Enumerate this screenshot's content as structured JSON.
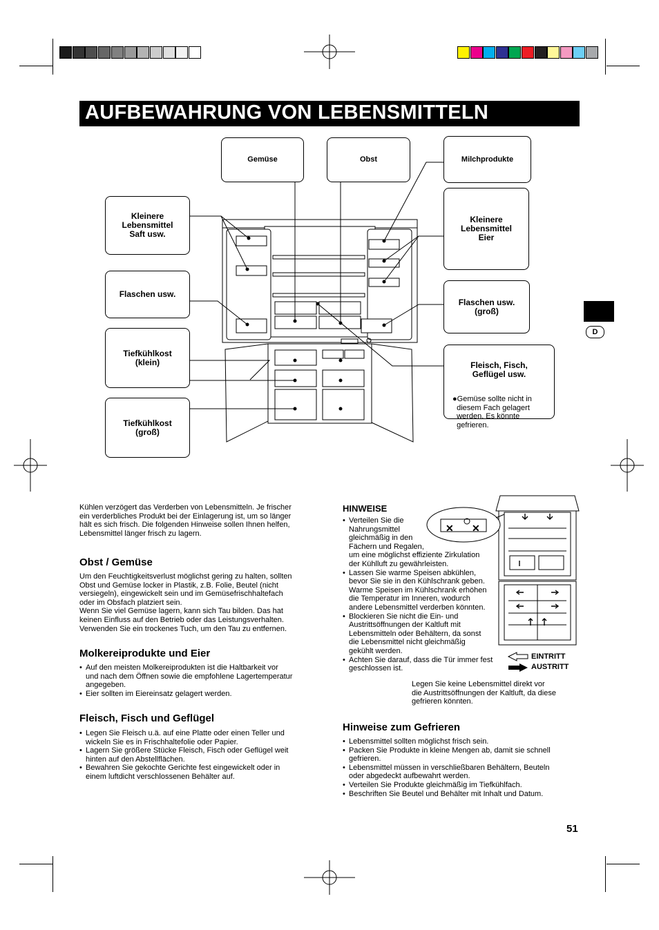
{
  "title": "AUFBEWAHRUNG VON LEBENSMITTELN",
  "side_tab": {
    "label": "D"
  },
  "colors": {
    "gray_swatches": [
      "#1a1a1a",
      "#333333",
      "#4d4d4d",
      "#666666",
      "#808080",
      "#999999",
      "#b3b3b3",
      "#cccccc",
      "#e0e0e0",
      "#f2f2f2",
      "#ffffff"
    ],
    "color_swatches": [
      "#fff200",
      "#ec008c",
      "#00aeef",
      "#2e3192",
      "#00a651",
      "#ed1c24",
      "#231f20",
      "#fff799",
      "#f49ac1",
      "#6dcff6",
      "#a7a9ac"
    ]
  },
  "diagram_labels": {
    "gemuese": "Gemüse",
    "obst": "Obst",
    "milchprodukte": "Milchprodukte",
    "kleinere_saft": "Kleinere\nLebensmittel\nSaft usw.",
    "kleinere_eier": "Kleinere\nLebensmittel\nEier",
    "flaschen": "Flaschen usw.",
    "flaschen_gross": "Flaschen usw.\n(groß)",
    "tk_klein": "Tiefkühlkost\n(klein)",
    "tk_gross": "Tiefkühlkost\n(groß)",
    "fleisch": "Fleisch, Fisch,\nGeflügel usw.",
    "fleisch_note": "●Gemüse sollte nicht in\n  diesem Fach gelagert\n  werden. Es könnte\n  gefrieren."
  },
  "intro": "Kühlen verzögert das Verderben von Lebensmitteln. Je frischer\nein verderbliches Produkt bei der Einlagerung ist, um so länger\nhält es sich frisch. Die folgenden Hinweise sollen Ihnen helfen,\nLebensmittel länger frisch zu lagern.",
  "obst": {
    "heading": "Obst / Gemüse",
    "text": "Um den Feuchtigkeitsverlust möglichst gering zu halten, sollten\nObst und Gemüse locker in Plastik, z.B. Folie, Beutel (nicht\nversiegeln), eingewickelt sein und im Gemüsefrischhaltefach\noder im Obsfach platziert sein.\nWenn Sie viel Gemüse lagern, kann sich Tau bilden. Das hat\nkeinen Einfluss auf den Betrieb oder das Leistungsverhalten.\nVerwenden Sie ein trockenes Tuch, um den Tau zu entfernen."
  },
  "molkerei": {
    "heading": "Molkereiprodukte und Eier",
    "items": [
      "Auf den meisten Molkereiprodukten ist die Haltbarkeit vor\nund nach dem Öffnen sowie die empfohlene Lagertemperatur\nangegeben.",
      "Eier sollten im Eiereinsatz gelagert werden."
    ]
  },
  "fleisch": {
    "heading": "Fleisch, Fisch und Geflügel",
    "items": [
      "Legen Sie Fleisch u.ä. auf eine Platte oder einen Teller und\nwickeln Sie es in Frischhaltefolie oder Papier.",
      "Lagern Sie größere Stücke Fleisch, Fisch oder Geflügel weit\nhinten auf den Abstellflächen.",
      "Bewahren Sie gekochte Gerichte fest eingewickelt oder in\neinem luftdicht verschlossenen Behälter auf."
    ]
  },
  "hinweise": {
    "heading": "HINWEISE",
    "items": [
      "Verteilen Sie die\nNahrungsmittel\ngleichmäßig in den\nFächern und Regalen,\num eine möglichst effiziente Zirkulation\nder Kühlluft zu gewährleisten.",
      "Lassen Sie warme Speisen abkühlen,\nbevor Sie sie in den Kühlschrank geben.\nWarme Speisen im Kühlschrank erhöhen\ndie Temperatur im Inneren, wodurch\nandere Lebensmittel verderben könnten.",
      "Blockieren Sie nicht die Ein- und\nAustrittsöffnungen der Kaltluft mit\nLebensmitteln oder Behältern, da sonst\ndie Lebensmittel nicht gleichmäßig\ngekühlt werden.",
      "Achten Sie darauf, dass die Tür immer fest\ngeschlossen ist."
    ],
    "legend_in": "EINTRITT",
    "legend_out": "AUSTRITT",
    "note": "Legen Sie keine Lebensmittel direkt vor\ndie Austrittsöffnungen der Kaltluft, da diese\ngefrieren könnten."
  },
  "gefrieren": {
    "heading": "Hinweise zum Gefrieren",
    "items": [
      "Lebensmittel sollten möglichst frisch sein.",
      "Packen Sie Produkte in kleine Mengen ab, damit sie schnell\ngefrieren.",
      "Lebensmittel müssen in verschließbaren Behältern, Beuteln\noder abgedeckt aufbewahrt werden.",
      "Verteilen Sie Produkte gleichmäßig im Tiefkühlfach.",
      "Beschriften Sie Beutel und Behälter mit Inhalt und Datum."
    ]
  },
  "page_number": "51"
}
